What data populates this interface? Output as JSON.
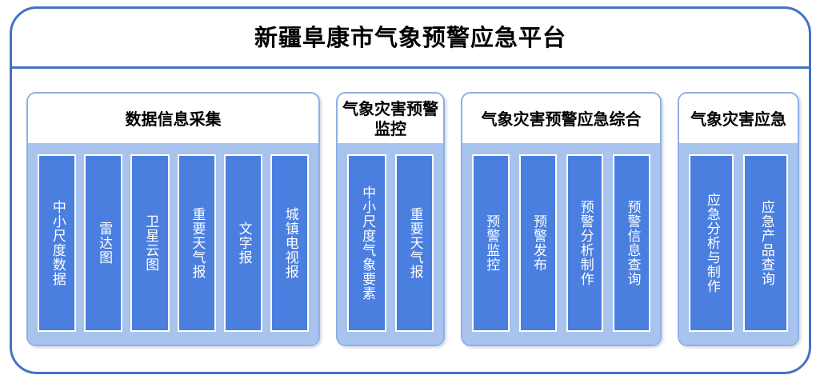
{
  "platform": {
    "title": "新疆阜康市气象预警应急平台",
    "border_color": "#4472C4",
    "panel_color": "#A8C4EE",
    "bar_color": "#4A7FE0"
  },
  "groups": [
    {
      "id": "data-collection",
      "title": "数据信息采集",
      "items": [
        {
          "label": "中小尺度数据"
        },
        {
          "label": "雷达图"
        },
        {
          "label": "卫星云图"
        },
        {
          "label": "重要天气报"
        },
        {
          "label": "文字报"
        },
        {
          "label": "城镇电视报"
        }
      ]
    },
    {
      "id": "disaster-warning-monitor",
      "title": "气象灾害预警监控",
      "items": [
        {
          "label": "中小尺度气象要素"
        },
        {
          "label": "重要天气报"
        }
      ]
    },
    {
      "id": "warning-emergency-integrated",
      "title": "气象灾害预警应急综合",
      "items": [
        {
          "label": "预警监控"
        },
        {
          "label": "预警发布"
        },
        {
          "label": "预警分析制作"
        },
        {
          "label": "预警信息查询"
        }
      ]
    },
    {
      "id": "disaster-emergency",
      "title": "气象灾害应急",
      "items": [
        {
          "label": "应急分析与制作"
        },
        {
          "label": "应急产品查询"
        }
      ]
    }
  ]
}
